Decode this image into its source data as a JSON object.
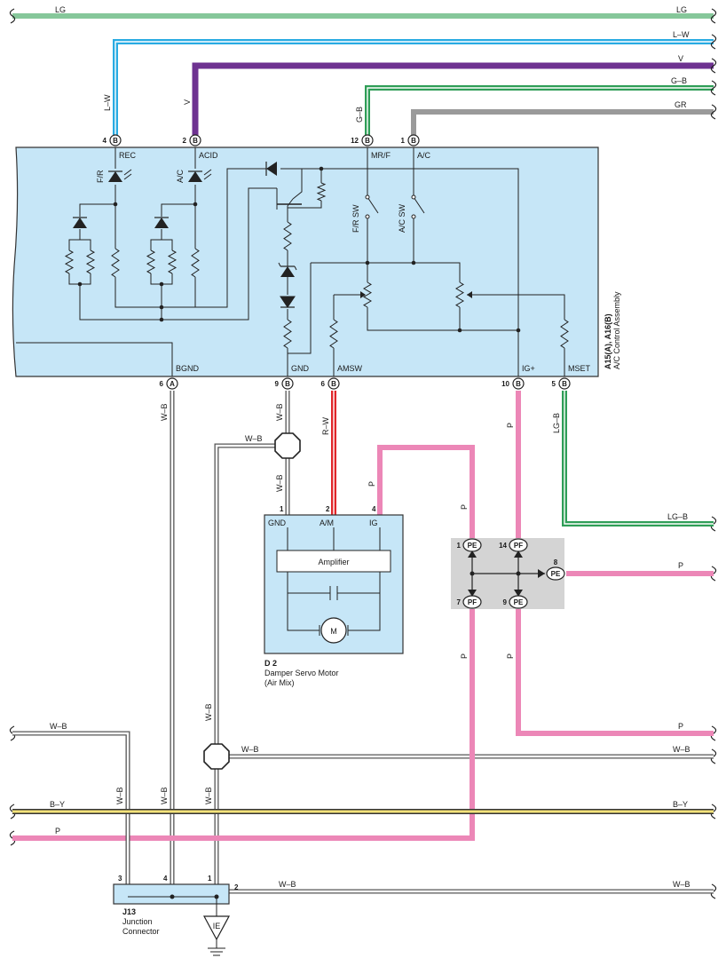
{
  "colors": {
    "box_fill": "#c6e6f7",
    "lg": "#86c79a",
    "lw": "#29abe2",
    "v": "#6e3291",
    "gb": "#2f9e57",
    "gr": "#9a9a9a",
    "rw": "#e0262a",
    "p": "#ec87b7",
    "lgb": "#2f9e57",
    "by": "#f4e27a",
    "wb_fill": "#ffffff",
    "wb_stroke": "#555555"
  },
  "wires_right": {
    "lg": "LG",
    "lw": "L–W",
    "v": "V",
    "gb": "G–B",
    "gr": "GR",
    "lgb": "LG–B",
    "p_pe": "P",
    "p_low": "P",
    "wb_mid": "W–B",
    "by": "B–Y",
    "wb_bottom": "W–B"
  },
  "wires_left": {
    "lg": "LG",
    "wb": "W–B",
    "by": "B–Y",
    "p": "P"
  },
  "vertical_labels": {
    "lw": "L–W",
    "v": "V",
    "gb": "G–B",
    "wb_bgnd": "W–B",
    "wb_gnd": "W–B",
    "wb_gnd2": "W–B",
    "wb_branch": "W–B",
    "rw": "R–W",
    "p_ig": "P",
    "p_igplus": "P",
    "lgb": "LG–B",
    "p_pe1": "P",
    "p_pe7": "P",
    "p_pe9": "P",
    "wb_j3": "W–B",
    "wb_j4": "W–B",
    "wb_j1": "W–B",
    "wb_left": "W–B",
    "wb_mid": "W–B"
  },
  "control": {
    "title": "A15(A), A16(B)",
    "subtitle": "A/C Control Assembly",
    "pins_top": [
      {
        "num": "4",
        "conn": "B",
        "label": "REC"
      },
      {
        "num": "2",
        "conn": "B",
        "label": "ACID"
      },
      {
        "num": "12",
        "conn": "B",
        "label": "MR/F"
      },
      {
        "num": "1",
        "conn": "B",
        "label": "A/C"
      }
    ],
    "pins_bottom": [
      {
        "num": "6",
        "conn": "A",
        "label": "BGND"
      },
      {
        "num": "9",
        "conn": "B",
        "label": "GND"
      },
      {
        "num": "6",
        "conn": "B",
        "label": "AMSW"
      },
      {
        "num": "10",
        "conn": "B",
        "label": "IG+"
      },
      {
        "num": "5",
        "conn": "B",
        "label": "MSET"
      }
    ],
    "led_fr": "F/R",
    "led_ac": "A/C",
    "sw_fr": "F/R SW",
    "sw_ac": "A/C SW"
  },
  "servo": {
    "code": "D 2",
    "name": "Damper Servo Motor",
    "sub": "(Air Mix)",
    "pins": [
      {
        "num": "1",
        "label": "GND"
      },
      {
        "num": "2",
        "label": "A/M"
      },
      {
        "num": "4",
        "label": "IG"
      }
    ],
    "amplifier": "Amplifier",
    "motor": "M"
  },
  "junction_pe": {
    "pins": [
      {
        "num": "1",
        "conn": "PE"
      },
      {
        "num": "14",
        "conn": "PF"
      },
      {
        "num": "8",
        "conn": "PE"
      },
      {
        "num": "7",
        "conn": "PF"
      },
      {
        "num": "9",
        "conn": "PE"
      }
    ]
  },
  "j13": {
    "code": "J13",
    "name": "Junction",
    "sub": "Connector",
    "pins": [
      "3",
      "4",
      "1",
      "2"
    ],
    "ground": "IE"
  }
}
